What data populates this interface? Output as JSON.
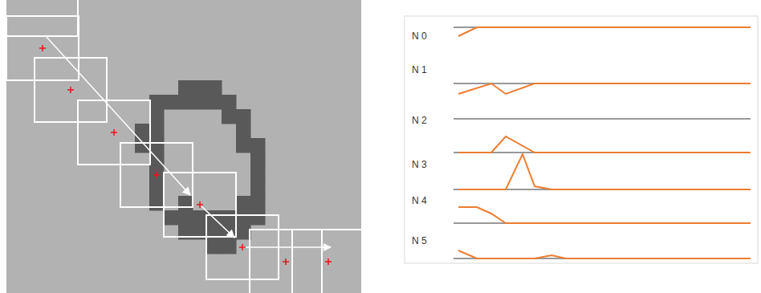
{
  "diagram": {
    "labels": [
      "N 0",
      "N 1",
      "N 2",
      "N 3",
      "N 4",
      "N 5"
    ]
  }
}
